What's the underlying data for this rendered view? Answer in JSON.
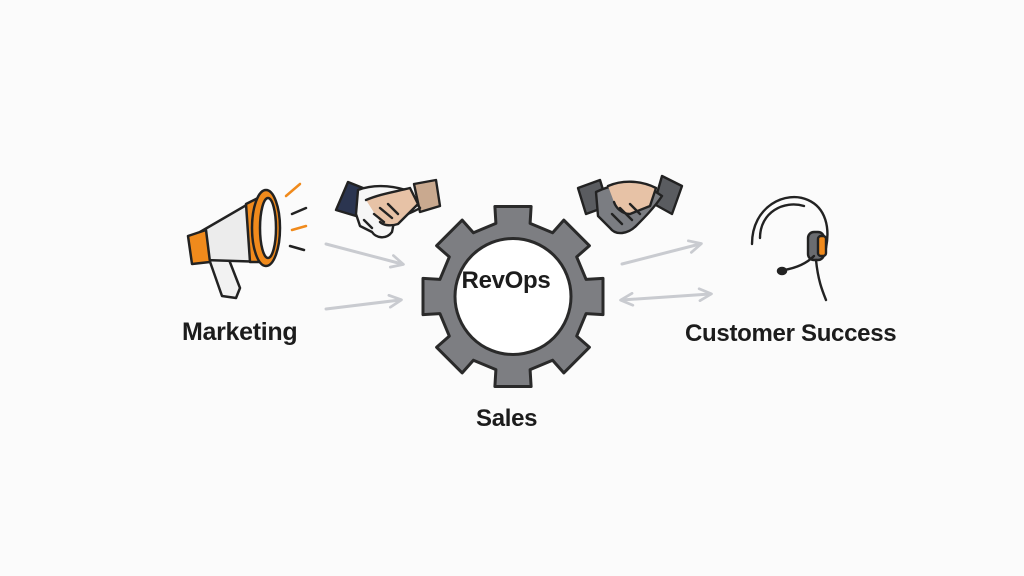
{
  "diagram": {
    "center": {
      "label": "RevOps",
      "icon": "gear-icon"
    },
    "nodes": [
      {
        "id": "marketing",
        "label": "Marketing",
        "icon": "megaphone-icon"
      },
      {
        "id": "sales",
        "label": "Sales",
        "icon": "handshake-icon"
      },
      {
        "id": "customer_success",
        "label": "Customer Success",
        "icon": "headset-icon"
      }
    ],
    "colors": {
      "accent": "#f08a1c",
      "gear": "#7d7e82",
      "outline": "#222222",
      "arrow": "#c9cbd0",
      "background": "#fbfbfb"
    }
  }
}
